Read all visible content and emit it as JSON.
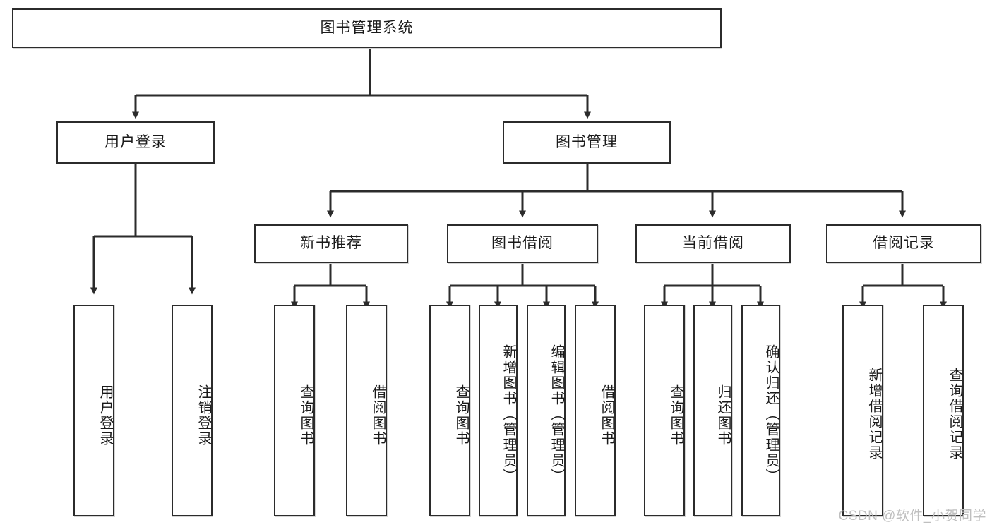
{
  "diagram": {
    "type": "tree-hierarchy",
    "title": "图书管理系统",
    "root": {
      "label": "图书管理系统"
    },
    "level2": [
      {
        "label": "用户登录"
      },
      {
        "label": "图书管理"
      }
    ],
    "level3": [
      {
        "label": "新书推荐"
      },
      {
        "label": "图书借阅"
      },
      {
        "label": "当前借阅"
      },
      {
        "label": "借阅记录"
      }
    ],
    "leaves": {
      "user_login": [
        {
          "label": "用户登录"
        },
        {
          "label": "注销登录"
        }
      ],
      "new_book_recommend": [
        {
          "label": "查询图书"
        },
        {
          "label": "借阅图书"
        }
      ],
      "book_borrow": [
        {
          "label": "查询图书"
        },
        {
          "label": "新增图书（管理员）"
        },
        {
          "label": "编辑图书（管理员）"
        },
        {
          "label": "借阅图书"
        }
      ],
      "current_borrow": [
        {
          "label": "查询图书"
        },
        {
          "label": "归还图书"
        },
        {
          "label": "确认归还（管理员）"
        }
      ],
      "borrow_record": [
        {
          "label": "新增借阅记录"
        },
        {
          "label": "查询借阅记录"
        }
      ]
    }
  },
  "watermark": {
    "text": "CSDN @软件_小贺同学"
  },
  "colors": {
    "border": "#2b2b2b",
    "background": "#ffffff",
    "text": "#1a1a1a",
    "watermark": "#bfbfbf"
  }
}
